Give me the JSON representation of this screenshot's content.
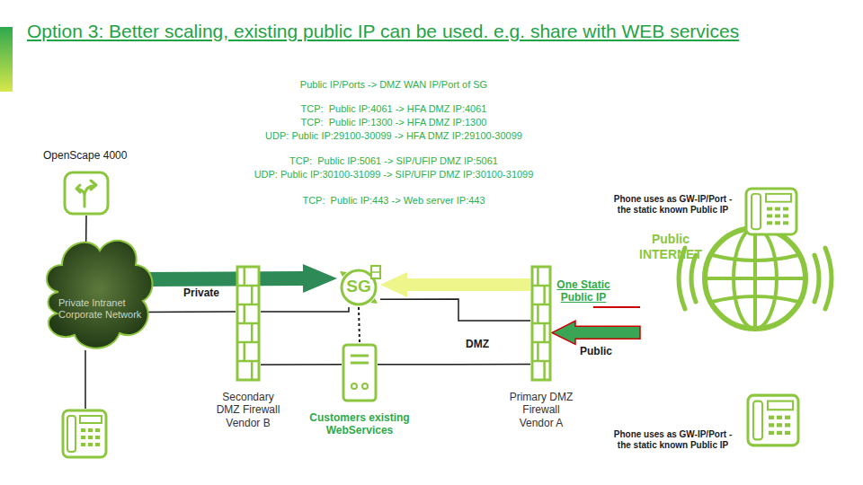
{
  "diagram": {
    "title": "Option 3: Better scaling, existing public IP can be used. e.g. share with WEB services",
    "nodes": [
      {
        "text": [
          "OpenScape 4000"
        ]
      },
      {
        "text": [
          "Private Intranet Corporate Network"
        ]
      },
      {
        "text": [
          "Secondary DMZ Firewall Vendor B"
        ]
      },
      {
        "text": [
          "SG"
        ]
      },
      {
        "text": [
          "Customers existing WebServices"
        ]
      },
      {
        "text": [
          "Primary DMZ Firewall Vendor A"
        ]
      },
      {
        "text": [
          "Public INTERNET"
        ]
      },
      {
        "text": [
          "Phone uses as GW-IP/Port - the static known Public IP"
        ]
      },
      {
        "text": [
          "Phone uses as GW-IP/Port - the static known Public IP"
        ]
      }
    ],
    "edges": [
      {
        "from": 0,
        "to": 1,
        "arrow": "none"
      },
      {
        "from": 1,
        "to": 2,
        "arrow": "none"
      },
      {
        "from": 2,
        "to": 3,
        "arrow": "none"
      },
      {
        "from": 2,
        "to": 4,
        "arrow": "none"
      },
      {
        "from": 3,
        "to": 4,
        "arrow": "none"
      },
      {
        "from": 3,
        "to": 5,
        "arrow": "none"
      },
      {
        "from": 4,
        "to": 5,
        "arrow": "none"
      },
      {
        "from": 1,
        "to": 3,
        "arrow": "to"
      },
      {
        "from": 5,
        "to": 3,
        "arrow": "to"
      },
      {
        "from": 6,
        "to": 5,
        "arrow": "to",
        "label": "Public"
      }
    ],
    "labels": [
      "Public IP/Ports -> DMZ WAN IP/Port of SG",
      "TCP:  Public IP:4061 -> HFA DMZ IP:4061",
      "TCP:  Public IP:1300 -> HFA DMZ IP:1300",
      "UDP: Public IP:29100-30099 -> HFA DMZ IP:29100-30099",
      "TCP:  Public IP:5061 -> SIP/UFIP DMZ IP:5061",
      "UDP: Public IP:30100-31099 -> SIP/UFIP DMZ IP:30100-31099",
      "TCP:  Public IP:443 -> Web server IP:443",
      "Private",
      "One Static Public IP",
      "DMZ"
    ]
  }
}
